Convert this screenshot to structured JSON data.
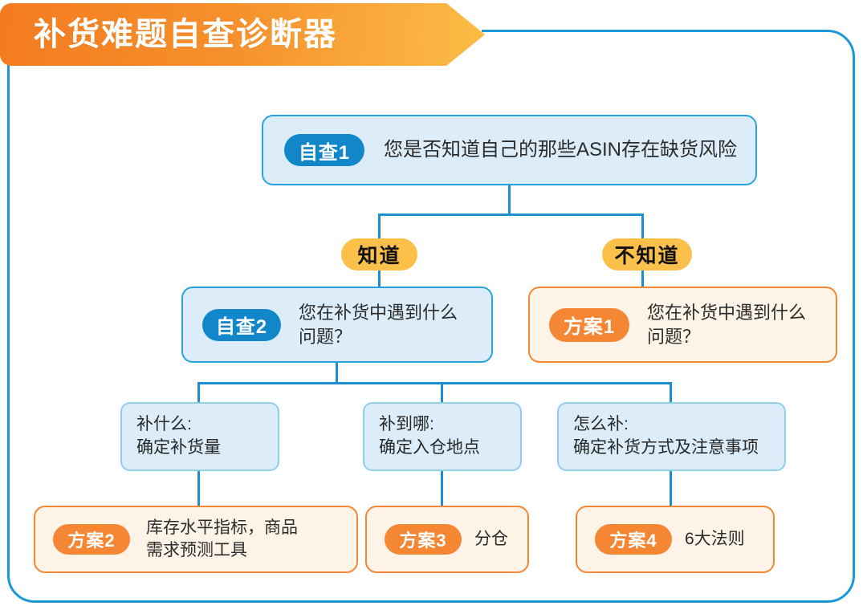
{
  "page": {
    "title": "补货难题自查诊断器",
    "frame_border_color": "#1b98d5",
    "banner_color_start": "#f47b20",
    "banner_color_end": "#fbbd46",
    "connector_color": "#1b8fd4"
  },
  "nodes": {
    "self1": {
      "badge": "自查1",
      "text": "您是否知道自己的那些ASIN存在缺货风险",
      "badge_color": "#1186c9",
      "card_fill": "#dcedf9",
      "card_border": "#29a3dd"
    },
    "self2": {
      "badge": "自查2",
      "text": "您在补货中遇到什么\n问题？",
      "badge_color": "#1186c9",
      "card_fill": "#dcedf9",
      "card_border": "#29a3dd"
    },
    "plan1": {
      "badge": "方案1",
      "text": "您在补货中遇到什么\n问题？",
      "badge_color": "#f58634",
      "card_fill": "#fdf3e6",
      "card_border": "#f58634"
    },
    "what": {
      "text": "补什么:\n确定补货量"
    },
    "where": {
      "text": "补到哪:\n确定入仓地点"
    },
    "how": {
      "text": "怎么补:\n确定补货方式及注意事项"
    },
    "plan2": {
      "badge": "方案2",
      "text": "库存水平指标，商品\n需求预测工具",
      "badge_color": "#f58634"
    },
    "plan3": {
      "badge": "方案3",
      "text": "分仓",
      "badge_color": "#f58634"
    },
    "plan4": {
      "badge": "方案4",
      "text": "6大法则",
      "badge_color": "#f58634"
    }
  },
  "branches": {
    "know": {
      "label": "知道",
      "color": "#fbc04a"
    },
    "dont_know": {
      "label": "不知道",
      "color": "#fbc04a"
    }
  }
}
